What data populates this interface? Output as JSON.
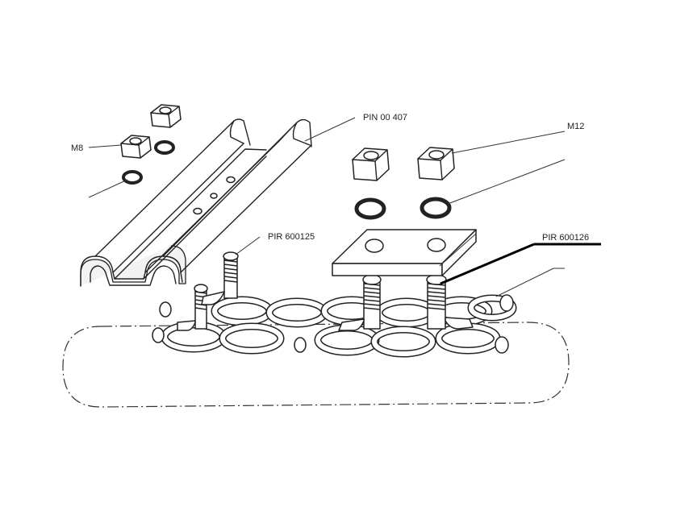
{
  "diagram": {
    "labels": {
      "m8": "M8",
      "pin_00_407": "PIN 00 407",
      "m12": "M12",
      "pir_600125": "PIR 600125",
      "pir_600126": "PIR 600126"
    }
  }
}
